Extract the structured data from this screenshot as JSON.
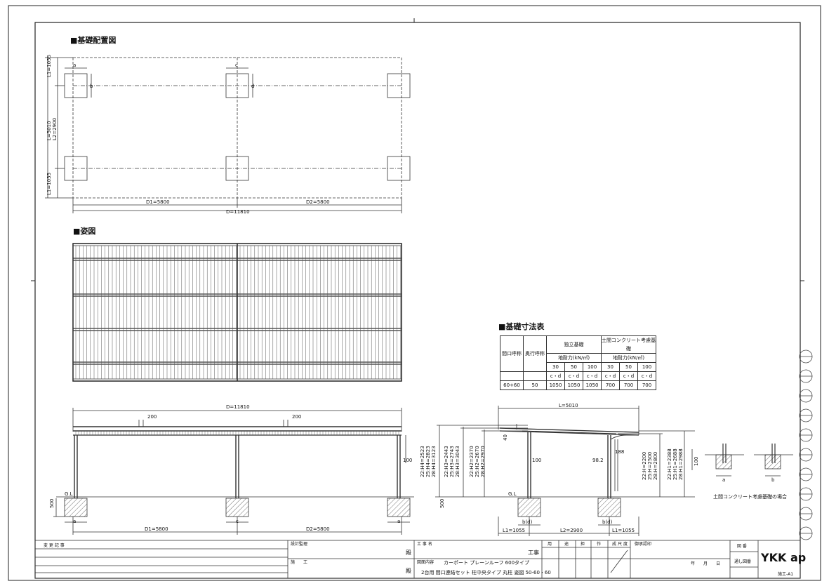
{
  "sections": {
    "layout_title": "基礎配置図",
    "view_title": "姿図",
    "table_title": "基礎寸法表",
    "earth_note": "土間コンクリート考慮基礎の場合"
  },
  "plan": {
    "L1_top": "L1=1055",
    "L": "L=5010",
    "L2": "L2=2900",
    "L1_bottom": "L1=1055",
    "D1": "D1=5800",
    "D2": "D2=5800",
    "D": "D=11810",
    "a": "a",
    "b": "b",
    "c": "c",
    "d": "d"
  },
  "front": {
    "D": "D=11810",
    "dim200a": "200",
    "dim200b": "200",
    "dim100": "100",
    "gl": "G.L",
    "dim500": "500",
    "D1": "D1=5800",
    "D2": "D2=5800",
    "a": "a",
    "c": "c",
    "a2": "a"
  },
  "side": {
    "L": "L=5010",
    "dim40": "40",
    "dim100": "100",
    "dim98": "98.2",
    "dim188": "188",
    "gl": "G.L",
    "dim500": "500",
    "dim100b": "100",
    "h4": "22:H4=2523",
    "h4b": "25:H4=2823",
    "h4c": "28:H4=3123",
    "h3": "22:H3=2443",
    "h3b": "25:H3=2743",
    "h3c": "28:H3=3043",
    "h2": "22:H2=2370",
    "h2b": "25:H2=2670",
    "h2c": "28:H2=2970",
    "h": "22:H=2200",
    "hb": "25:H=2500",
    "hc": "28:H=2800",
    "h1": "22:H1=2388",
    "h1b": "25:H1=2688",
    "h1c": "28:H1=2988",
    "L1a": "L1=1055",
    "L2": "L2=2900",
    "L1b": "L1=1055",
    "bd1": "b(d)",
    "bd2": "b(d)",
    "a": "a",
    "b": "b"
  },
  "table": {
    "col_opening": "間口呼称",
    "col_depth": "奥行呼称",
    "grp_indep": "独立基礎",
    "grp_earth": "土間コンクリート考慮基礎",
    "bearing": "地耐力(kN/㎡)",
    "bearing2": "地耐力(kN/㎡)",
    "b30": "30",
    "b50": "50",
    "b100": "100",
    "e30": "30",
    "e50": "50",
    "e100": "100",
    "cd1": "c・d",
    "cd2": "c・d",
    "cd3": "c・d",
    "cd4": "c・d",
    "cd5": "c・d",
    "cd6": "c・d",
    "row_opening": "60+60",
    "row_depth": "50",
    "v1": "1050",
    "v2": "1050",
    "v3": "1050",
    "v4": "700",
    "v5": "700",
    "v6": "700"
  },
  "titleblock": {
    "change_label": "変 更 記 事",
    "design_label": "設計監理",
    "construct_label": "施　　工",
    "dono1": "殿",
    "dono2": "殿",
    "project_label": "工 事 名",
    "work": "工事",
    "drawing_label": "図面内容",
    "content1": "カーポート プレーンルーフ 600タイプ",
    "content2": "2台用 間口連結セット 柱中央タイプ 丸柱 姿図 50-60・60",
    "h_yo": "用",
    "h_kin": "途",
    "h_ken": "担",
    "h_saku": "作",
    "h_sei": "成",
    "h_min": "尺",
    "h_do": "度",
    "approval": "御承認印",
    "date": "年　　月　　日",
    "zuban": "図 番",
    "tsushi": "通し図番",
    "logo": "YKK ap",
    "code": "施工-A1"
  }
}
